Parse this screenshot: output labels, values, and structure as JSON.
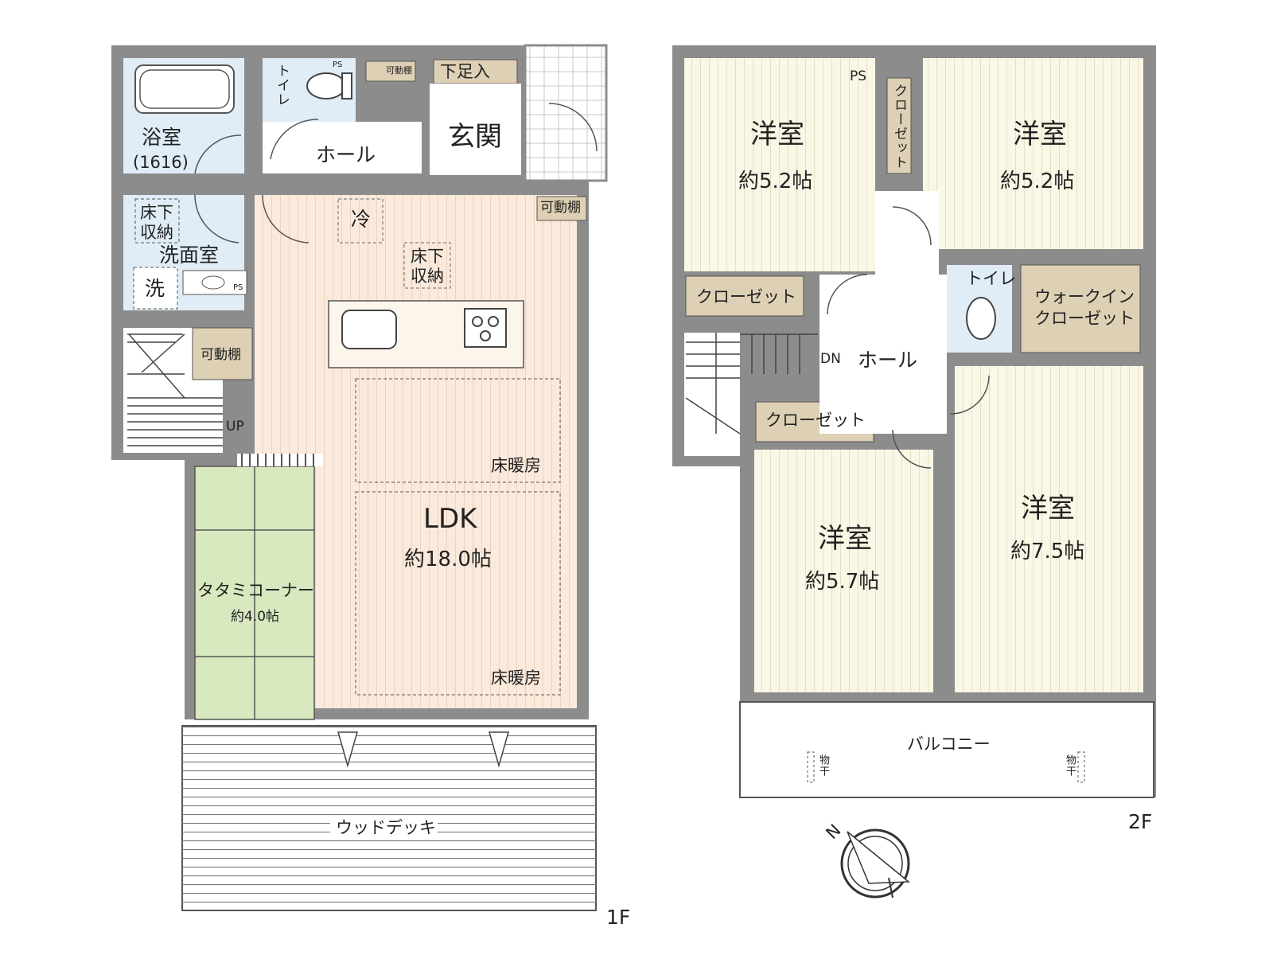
{
  "floor1": {
    "label": "1F",
    "rooms": {
      "bath": "浴室",
      "bath_size": "(1616)",
      "toilet": "トイレ",
      "ps1": "PS",
      "shelf_small": "可動棚",
      "shoe": "下足入",
      "hall": "ホール",
      "entrance": "玄関",
      "underfloor1": "床下\n収納",
      "washroom": "洗面室",
      "washer": "洗",
      "ps2": "PS",
      "fridge": "冷",
      "shelf_kitchen": "可動棚",
      "underfloor2": "床下\n収納",
      "shelf_stair": "可動棚",
      "up": "UP",
      "floor_heat_1": "床暖房",
      "floor_heat_2": "床暖房",
      "ldk": "LDK",
      "ldk_area": "約18.0帖",
      "tatami": "タタミコーナー",
      "tatami_area": "約4.0帖",
      "deck": "ウッドデッキ"
    }
  },
  "floor2": {
    "label": "2F",
    "rooms": {
      "ps": "PS",
      "room_a": "洋室",
      "room_a_area": "約5.2帖",
      "closet_v": "クローゼット",
      "room_b": "洋室",
      "room_b_area": "約5.2帖",
      "closet_a": "クローゼット",
      "toilet": "トイレ",
      "wic": "ウォークイン\nクローゼット",
      "dn": "DN",
      "hall": "ホール",
      "closet_c": "クローゼット",
      "room_c": "洋室",
      "room_c_area": "約5.7帖",
      "room_d": "洋室",
      "room_d_area": "約7.5帖",
      "balcony": "バルコニー",
      "drying_1": "物干",
      "drying_2": "物干"
    }
  },
  "compass": {
    "north": "N"
  },
  "colors": {
    "wall": "#8c8c8c",
    "wet_area": "#e0edf7",
    "ldk_floor": "#fbeadb",
    "room_floor": "#fbf7e6",
    "tatami": "#d8e8bf",
    "storage": "#ddd0b4"
  }
}
